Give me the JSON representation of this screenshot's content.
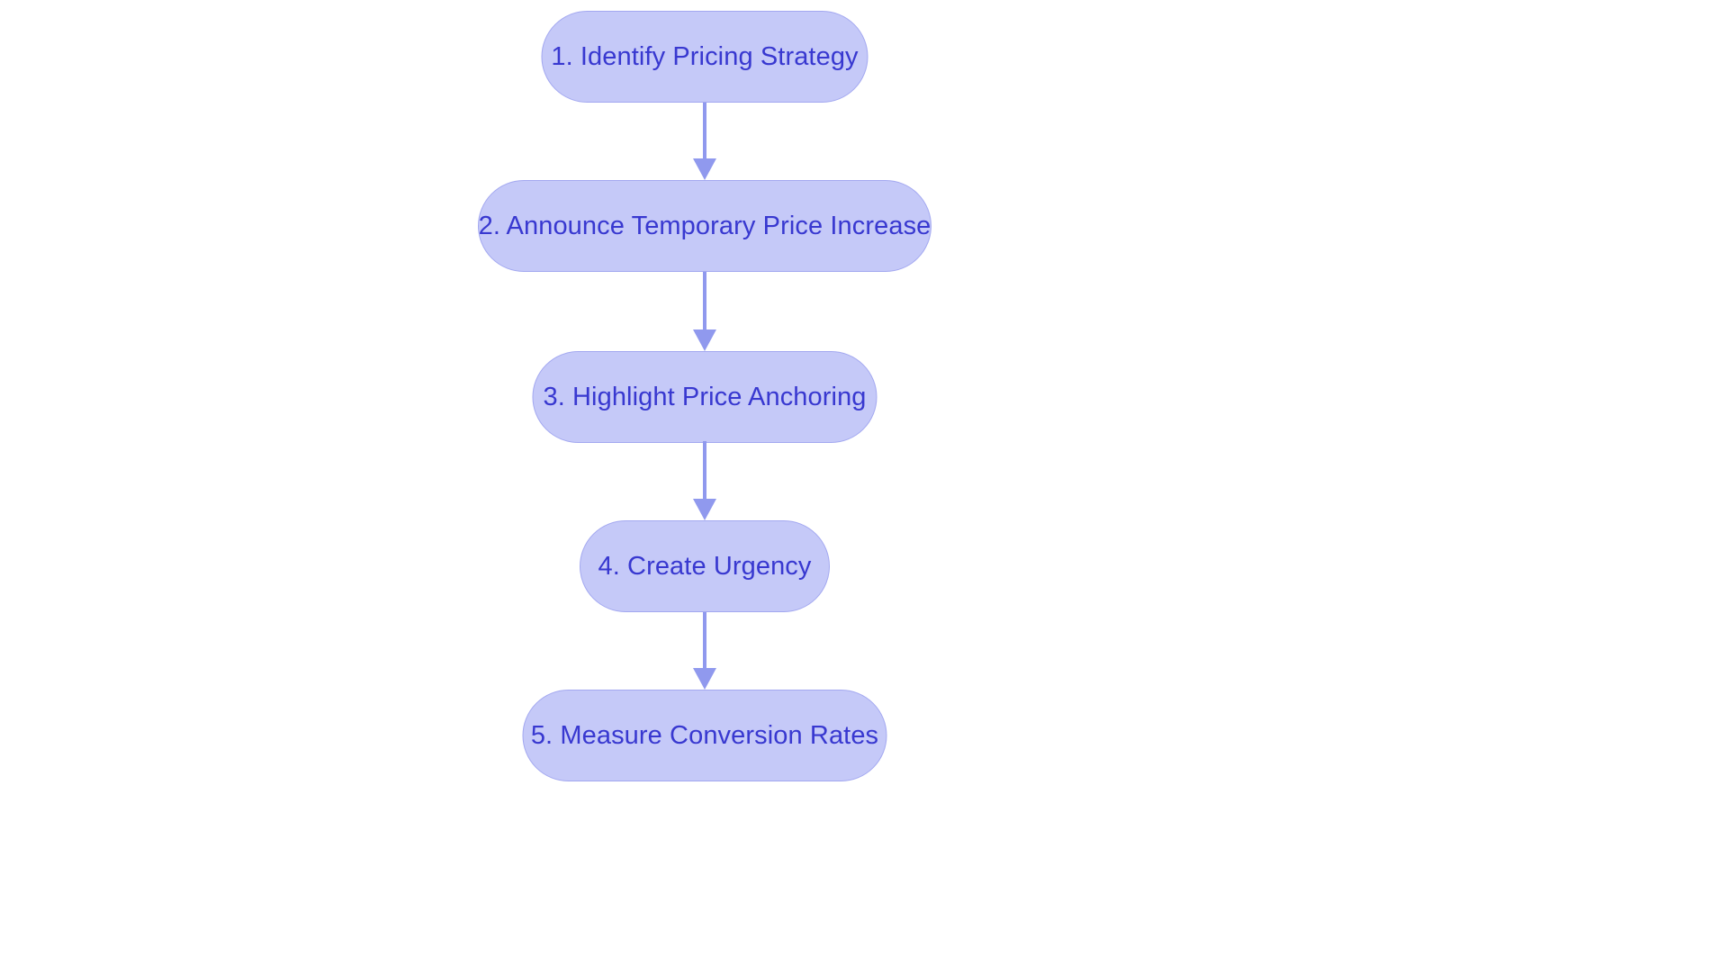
{
  "diagram": {
    "type": "flowchart",
    "orientation": "vertical-top-down",
    "background_color": "#ffffff",
    "node_fill_color": "#c5c9f8",
    "node_border_color": "#a3a8f0",
    "node_text_color": "#3838d0",
    "connector_color": "#9099ee",
    "nodes": [
      {
        "id": "step-1",
        "label": "1. Identify Pricing Strategy"
      },
      {
        "id": "step-2",
        "label": "2. Announce Temporary Price Increase"
      },
      {
        "id": "step-3",
        "label": "3. Highlight Price Anchoring"
      },
      {
        "id": "step-4",
        "label": "4. Create Urgency"
      },
      {
        "id": "step-5",
        "label": "5. Measure Conversion Rates"
      }
    ],
    "connectors": [
      {
        "id": "edge-1-2",
        "from": "step-1",
        "to": "step-2",
        "arrow": "down-arrow-icon"
      },
      {
        "id": "edge-2-3",
        "from": "step-2",
        "to": "step-3",
        "arrow": "down-arrow-icon"
      },
      {
        "id": "edge-3-4",
        "from": "step-3",
        "to": "step-4",
        "arrow": "down-arrow-icon"
      },
      {
        "id": "edge-4-5",
        "from": "step-4",
        "to": "step-5",
        "arrow": "down-arrow-icon"
      }
    ]
  }
}
